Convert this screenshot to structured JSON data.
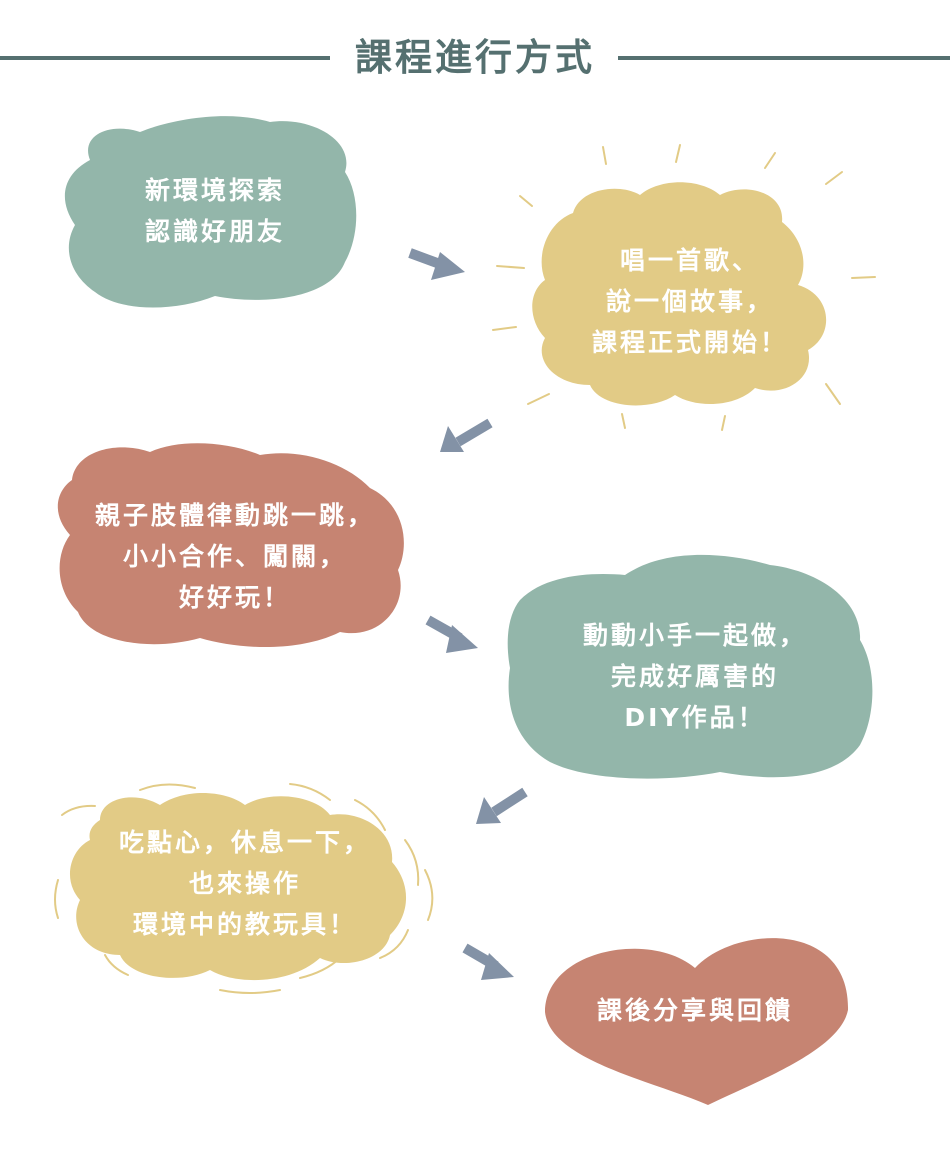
{
  "title": "課程進行方式",
  "colors": {
    "title": "#557070",
    "sage": "#93b6aa",
    "mustard": "#e2cb86",
    "terracotta": "#c68472",
    "arrow": "#8392a6",
    "ray": "#e2cb86"
  },
  "steps": [
    {
      "lines": [
        "新環境探索",
        "認識好朋友"
      ]
    },
    {
      "lines": [
        "唱一首歌、",
        "說一個故事，",
        "課程正式開始！"
      ]
    },
    {
      "lines": [
        "親子肢體律動跳一跳，",
        "小小合作、闖關，",
        "好好玩！"
      ]
    },
    {
      "lines": [
        "動動小手一起做，",
        "完成好厲害的",
        "DIY作品！"
      ]
    },
    {
      "lines": [
        "吃點心，休息一下，",
        "也來操作",
        "環境中的教玩具！"
      ]
    },
    {
      "lines": [
        "課後分享與回饋"
      ]
    }
  ]
}
